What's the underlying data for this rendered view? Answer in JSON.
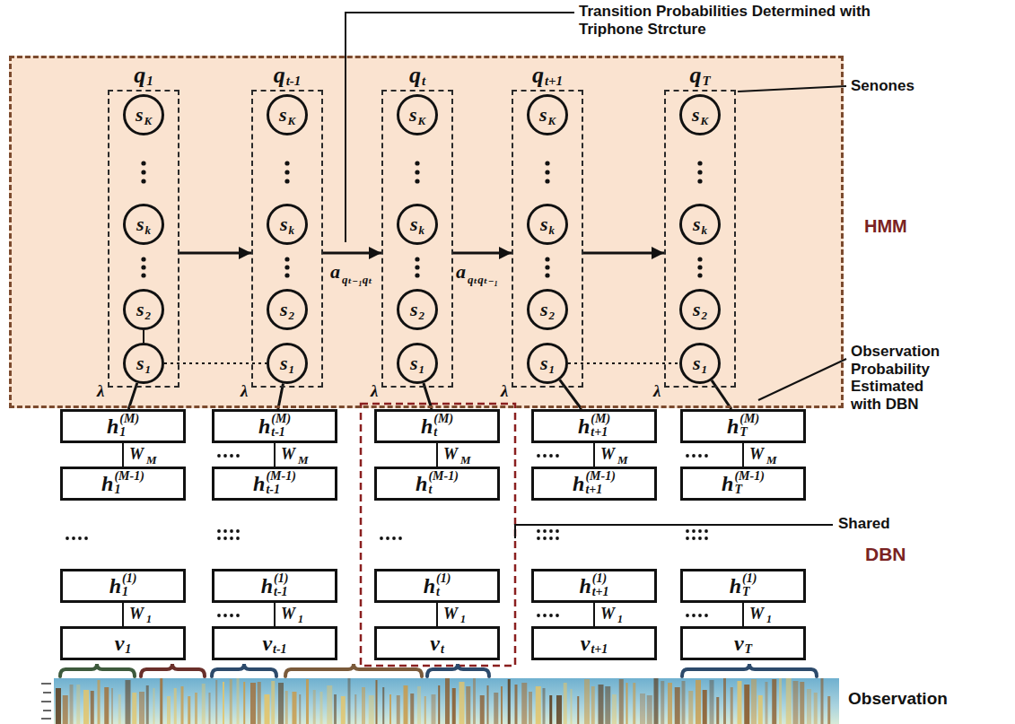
{
  "diagram": {
    "nodes": [
      {
        "text": [
          "HMM"
        ]
      },
      {
        "text": [
          "q",
          "1"
        ],
        "in": 0
      },
      {
        "text": [
          "s",
          "K"
        ],
        "in": 1
      },
      {
        "text": [
          "s",
          "k"
        ],
        "in": 1
      },
      {
        "text": [
          "s",
          "2"
        ],
        "in": 1
      },
      {
        "text": [
          "s",
          "1"
        ],
        "in": 1
      },
      {
        "text": [
          "q",
          "t-1"
        ],
        "in": 0
      },
      {
        "text": [
          "s",
          "K"
        ],
        "in": 6
      },
      {
        "text": [
          "s",
          "k"
        ],
        "in": 6
      },
      {
        "text": [
          "s",
          "2"
        ],
        "in": 6
      },
      {
        "text": [
          "s",
          "1"
        ],
        "in": 6
      },
      {
        "text": [
          "q",
          "t"
        ],
        "in": 0
      },
      {
        "text": [
          "s",
          "K"
        ],
        "in": 11
      },
      {
        "text": [
          "s",
          "k"
        ],
        "in": 11
      },
      {
        "text": [
          "s",
          "2"
        ],
        "in": 11
      },
      {
        "text": [
          "s",
          "1"
        ],
        "in": 11
      },
      {
        "text": [
          "q",
          "t+1"
        ],
        "in": 0
      },
      {
        "text": [
          "s",
          "K"
        ],
        "in": 16
      },
      {
        "text": [
          "s",
          "k"
        ],
        "in": 16
      },
      {
        "text": [
          "s",
          "2"
        ],
        "in": 16
      },
      {
        "text": [
          "s",
          "1"
        ],
        "in": 16
      },
      {
        "text": [
          "q",
          "T"
        ],
        "in": 0
      },
      {
        "text": [
          "s",
          "K"
        ],
        "in": 21
      },
      {
        "text": [
          "s",
          "k"
        ],
        "in": 21
      },
      {
        "text": [
          "s",
          "2"
        ],
        "in": 21
      },
      {
        "text": [
          "s",
          "1"
        ],
        "in": 21
      },
      {
        "text": [
          "h",
          "1",
          "(M)"
        ]
      },
      {
        "text": [
          "h",
          "1",
          "(M-1)"
        ]
      },
      {
        "text": [
          "h",
          "1",
          "(1)"
        ]
      },
      {
        "text": [
          "v",
          "1"
        ]
      },
      {
        "text": [
          "h",
          "t-1",
          "(M)"
        ]
      },
      {
        "text": [
          "h",
          "t-1",
          "(M-1)"
        ]
      },
      {
        "text": [
          "h",
          "t-1",
          "(1)"
        ]
      },
      {
        "text": [
          "v",
          "t-1"
        ]
      },
      {
        "text": [
          "h",
          "t",
          "(M)"
        ]
      },
      {
        "text": [
          "h",
          "t",
          "(M-1)"
        ]
      },
      {
        "text": [
          "h",
          "t",
          "(1)"
        ]
      },
      {
        "text": [
          "v",
          "t"
        ]
      },
      {
        "text": [
          "h",
          "t+1",
          "(M)"
        ]
      },
      {
        "text": [
          "h",
          "t+1",
          "(M-1)"
        ]
      },
      {
        "text": [
          "h",
          "t+1",
          "(1)"
        ]
      },
      {
        "text": [
          "v",
          "t+1"
        ]
      },
      {
        "text": [
          "h",
          "T",
          "(M)"
        ]
      },
      {
        "text": [
          "h",
          "T",
          "(M-1)"
        ]
      },
      {
        "text": [
          "h",
          "T",
          "(1)"
        ]
      },
      {
        "text": [
          "v",
          "T"
        ]
      }
    ],
    "edges": [
      {
        "from": 1,
        "to": 6,
        "arrow": "to"
      },
      {
        "from": 6,
        "to": 11,
        "arrow": "to"
      },
      {
        "from": 11,
        "to": 16,
        "arrow": "to"
      },
      {
        "from": 16,
        "to": 21,
        "arrow": "to"
      },
      {
        "from": 5,
        "to": 10,
        "arrow": "none"
      },
      {
        "from": 20,
        "to": 25,
        "arrow": "none"
      },
      {
        "from": 4,
        "to": 5,
        "arrow": "none"
      },
      {
        "from": 5,
        "to": 26,
        "arrow": "none"
      },
      {
        "from": 10,
        "to": 30,
        "arrow": "none"
      },
      {
        "from": 15,
        "to": 34,
        "arrow": "none"
      },
      {
        "from": 20,
        "to": 38,
        "arrow": "none"
      },
      {
        "from": 25,
        "to": 42,
        "arrow": "none"
      },
      {
        "from": 26,
        "to": 27,
        "arrow": "none"
      },
      {
        "from": 30,
        "to": 31,
        "arrow": "none"
      },
      {
        "from": 34,
        "to": 35,
        "arrow": "none"
      },
      {
        "from": 38,
        "to": 39,
        "arrow": "none"
      },
      {
        "from": 42,
        "to": 43,
        "arrow": "none"
      },
      {
        "from": 28,
        "to": 29,
        "arrow": "none"
      },
      {
        "from": 32,
        "to": 33,
        "arrow": "none"
      },
      {
        "from": 36,
        "to": 37,
        "arrow": "none"
      },
      {
        "from": 40,
        "to": 41,
        "arrow": "none"
      },
      {
        "from": 44,
        "to": 45,
        "arrow": "none"
      }
    ],
    "labels": [
      "Transition Probabilities Determined with Triphone Strcture",
      "Senones",
      "Observation Probability Estimated with DBN",
      "Shared",
      "DBN",
      "Observation",
      "λ",
      "λ",
      "λ",
      "λ",
      "λ",
      "a",
      "qₜ₋₁qₜ",
      "a",
      "qₜqₜ₋₁",
      "W",
      "M",
      "W",
      "1",
      "W",
      "M",
      "W",
      "1",
      "W",
      "M",
      "W",
      "1",
      "W",
      "M",
      "W",
      "1",
      "W",
      "M",
      "W",
      "1"
    ]
  }
}
